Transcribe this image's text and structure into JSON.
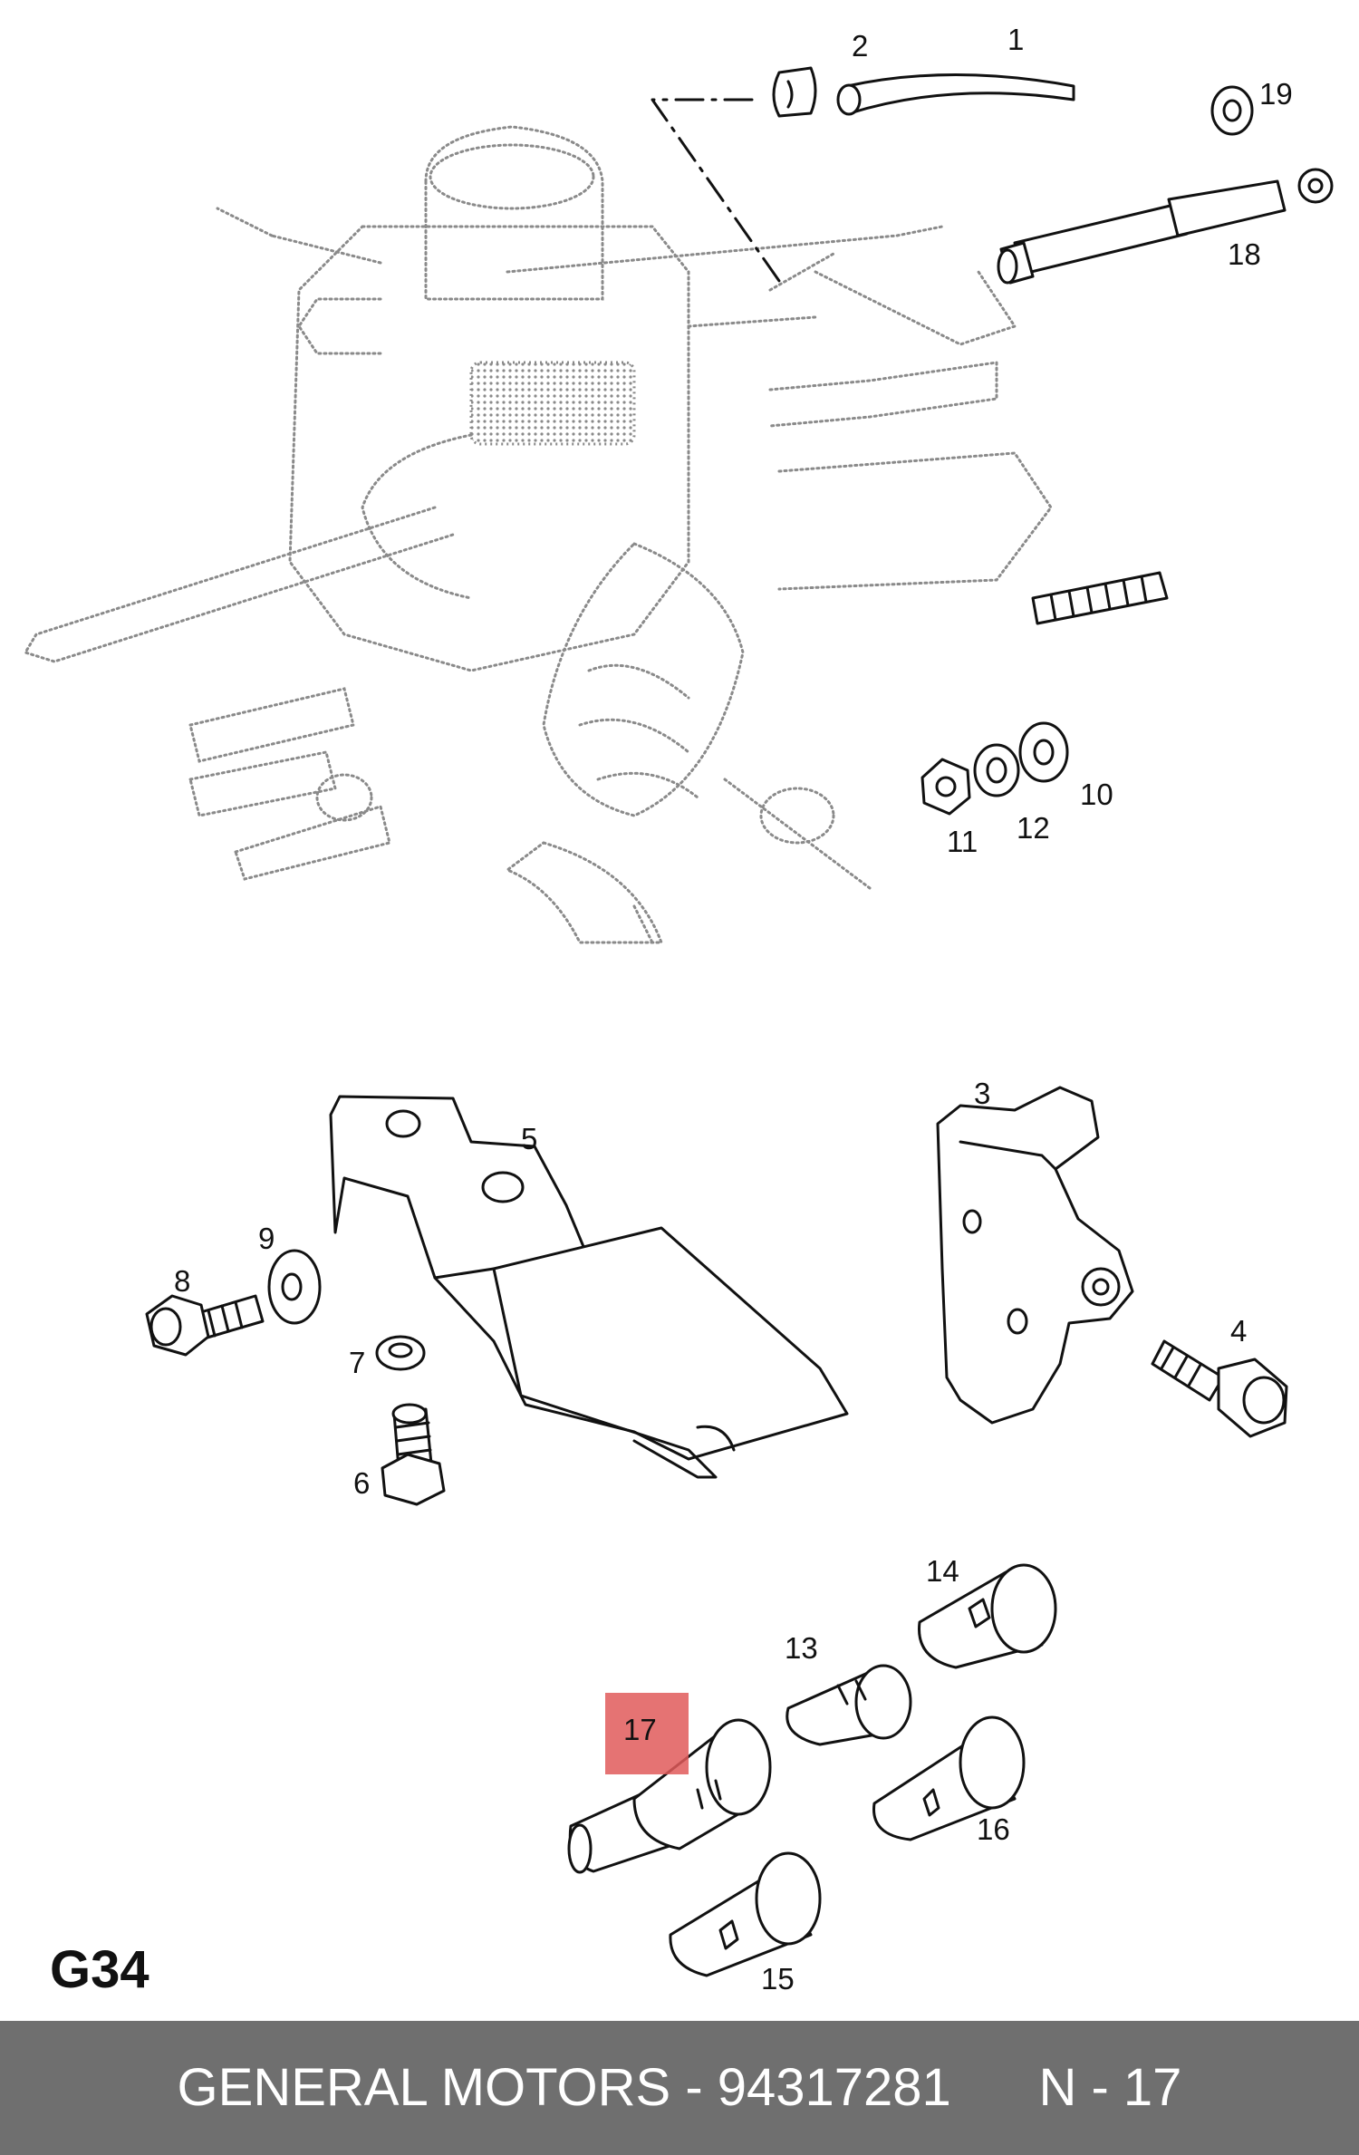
{
  "diagram": {
    "page_code": "G34",
    "highlight_color": "#e05a5a",
    "highlighted_part": "17",
    "callouts": {
      "c1": "1",
      "c2": "2",
      "c3": "3",
      "c4": "4",
      "c5": "5",
      "c6": "6",
      "c7": "7",
      "c8": "8",
      "c9": "9",
      "c10": "10",
      "c11": "11",
      "c12": "12",
      "c13": "13",
      "c14": "14",
      "c15": "15",
      "c16": "16",
      "c17": "17",
      "c18": "18",
      "c19": "19"
    }
  },
  "footer": {
    "text": "GENERAL MOTORS - 94317281      N - 17",
    "background": "#6f6f6f"
  }
}
